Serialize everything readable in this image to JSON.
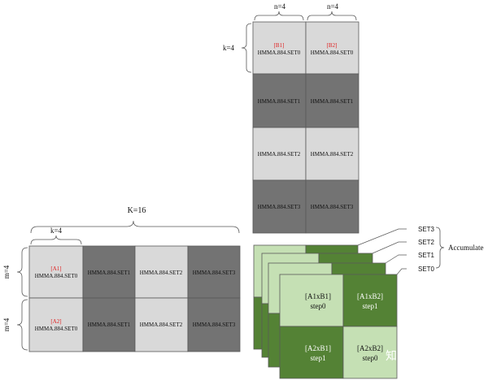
{
  "colors": {
    "light_gray": "#d9d9d9",
    "dark_gray": "#737373",
    "light_green": "#c5e0b4",
    "dark_green": "#548235",
    "red": "#e02020",
    "outline": "#595959"
  },
  "matrix_b": {
    "col_labels": [
      "n=4",
      "n=4"
    ],
    "row_label": "k=4",
    "col0": [
      {
        "tag": "[B1]",
        "text": "HMMA.884.SET0"
      },
      {
        "tag": "",
        "text": "HMMA.884.SET1"
      },
      {
        "tag": "",
        "text": "HMMA.884.SET2"
      },
      {
        "tag": "",
        "text": "HMMA.884.SET3"
      }
    ],
    "col1": [
      {
        "tag": "[B2]",
        "text": "HMMA.884.SET0"
      },
      {
        "tag": "",
        "text": "HMMA.884.SET1"
      },
      {
        "tag": "",
        "text": "HMMA.884.SET2"
      },
      {
        "tag": "",
        "text": "HMMA.884.SET3"
      }
    ]
  },
  "matrix_a": {
    "top_label": "K=16",
    "sub_label": "k=4",
    "row_labels": [
      "m=4",
      "m=4"
    ],
    "row0": [
      {
        "tag": "[A1]",
        "text": "HMMA.884.SET0"
      },
      {
        "tag": "",
        "text": "HMMA.884.SET1"
      },
      {
        "tag": "",
        "text": "HMMA.884.SET2"
      },
      {
        "tag": "",
        "text": "HMMA.884.SET3"
      }
    ],
    "row1": [
      {
        "tag": "[A2]",
        "text": "HMMA.884.SET0"
      },
      {
        "tag": "",
        "text": "HMMA.884.SET1"
      },
      {
        "tag": "",
        "text": "HMMA.884.SET2"
      },
      {
        "tag": "",
        "text": "HMMA.884.SET3"
      }
    ]
  },
  "accumulator": {
    "set_labels": [
      "SET3",
      "SET2",
      "SET1",
      "SET0"
    ],
    "accumulate_label": "Accumulate",
    "tiles": [
      {
        "line1": "[A1xB1]",
        "line2": "step0"
      },
      {
        "line1": "[A1xB2]",
        "line2": "step1"
      },
      {
        "line1": "[A2xB1]",
        "line2": "step1"
      },
      {
        "line1": "[A2xB2]",
        "line2": "step0"
      }
    ]
  },
  "watermark": "知乎 @Marvin"
}
